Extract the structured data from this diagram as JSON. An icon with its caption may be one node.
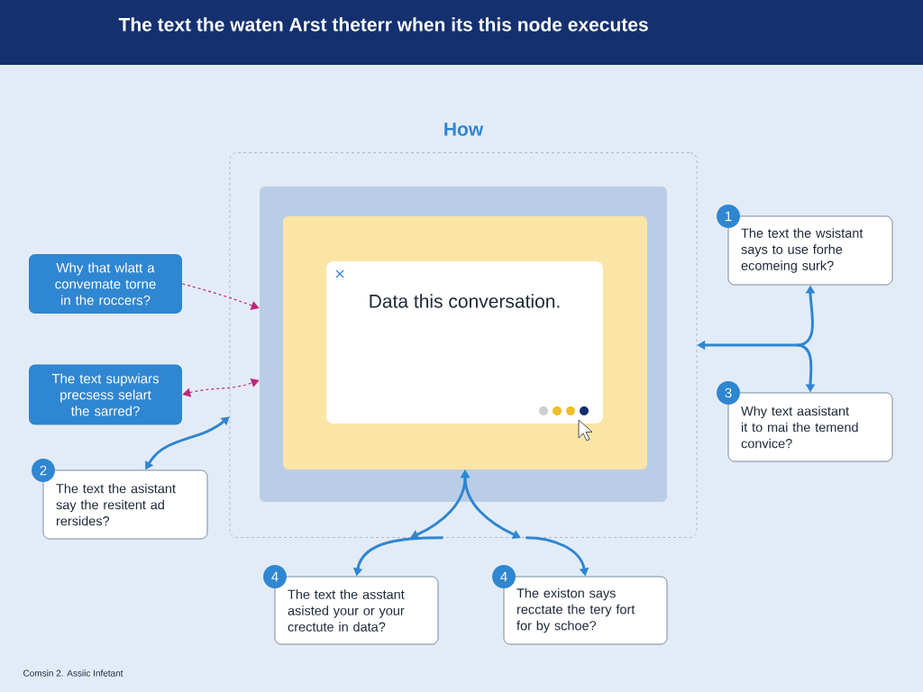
{
  "diagram": {
    "title": "The text the waten Arst theterr when its this node executes",
    "nodes": [
      {
        "text": [
          "How"
        ]
      },
      {
        "text": [],
        "shape": "box",
        "in": 0
      },
      {
        "text": [],
        "shape": "box",
        "in": 1
      },
      {
        "text": [
          "Data this conversation."
        ],
        "in": 2
      },
      {
        "text": [
          "Why that wlatt a convemate torne in the roccers?"
        ]
      },
      {
        "text": [
          "The text supwiars precsess selart the sarred?"
        ]
      },
      {
        "text": [
          "2",
          "The text the asistant say the resitent ad rersides?"
        ]
      },
      {
        "text": [
          "1",
          "The text the wsistant says to use forhe ecomeing surk?"
        ]
      },
      {
        "text": [
          "3",
          "Why text aasistant it to mai the temend convice?"
        ]
      },
      {
        "text": [
          "4",
          "The text the asstant asisted your or your crectute in data?"
        ]
      },
      {
        "text": [
          "4",
          "The existon says recctate the tery fort for by schoe?"
        ]
      }
    ],
    "edges": [
      {
        "from": 4,
        "to": 1,
        "arrow": "to",
        "style": "dashed",
        "color": "#c0267f"
      },
      {
        "from": 5,
        "to": 1,
        "arrow": "both",
        "style": "dashed",
        "color": "#c0267f"
      },
      {
        "from": 6,
        "to": 0,
        "arrow": "both"
      },
      {
        "from": 0,
        "to": 7,
        "arrow": "both"
      },
      {
        "from": null,
        "to": 8,
        "arrow": "to"
      },
      {
        "from": null,
        "to": 2,
        "arrow": "both"
      },
      {
        "from": null,
        "to": 2,
        "arrow": "both"
      },
      {
        "from": 0,
        "to": 9,
        "arrow": "to"
      },
      {
        "from": 0,
        "to": 10,
        "arrow": "to"
      }
    ],
    "labels": [
      "Comsin 2. Assiic Infetant"
    ]
  }
}
